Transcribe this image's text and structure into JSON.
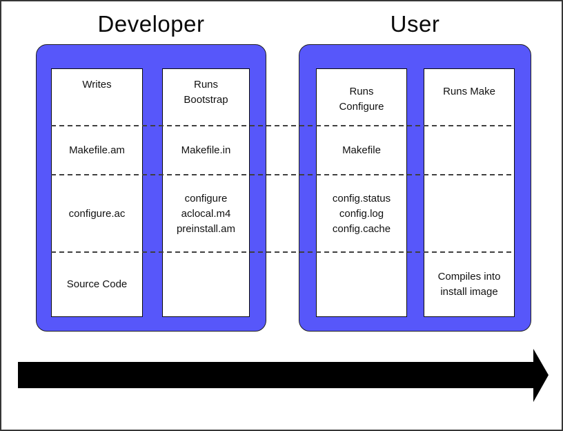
{
  "diagram": {
    "sections": [
      {
        "title": "Developer",
        "columns": [
          {
            "name": "writes",
            "cells": [
              "Writes",
              "Makefile.am",
              "configure.ac",
              "Source Code"
            ]
          },
          {
            "name": "runs-bootstrap",
            "cells": [
              "Runs\nBootstrap",
              "Makefile.in",
              "configure\naclocal.m4\npreinstall.am",
              ""
            ]
          }
        ]
      },
      {
        "title": "User",
        "columns": [
          {
            "name": "runs-configure",
            "cells": [
              "Runs\nConfigure",
              "Makefile",
              "config.status\nconfig.log\nconfig.cache",
              ""
            ]
          },
          {
            "name": "runs-make",
            "cells": [
              "Runs Make",
              "",
              "",
              "Compiles into\ninstall image"
            ]
          }
        ]
      }
    ],
    "colors": {
      "container_blue": "#5757fa",
      "column_background": "#ffffff",
      "outline": "#0a0a0a",
      "dashed_divider": "#3f3f3f",
      "arrow": "#000000"
    }
  }
}
